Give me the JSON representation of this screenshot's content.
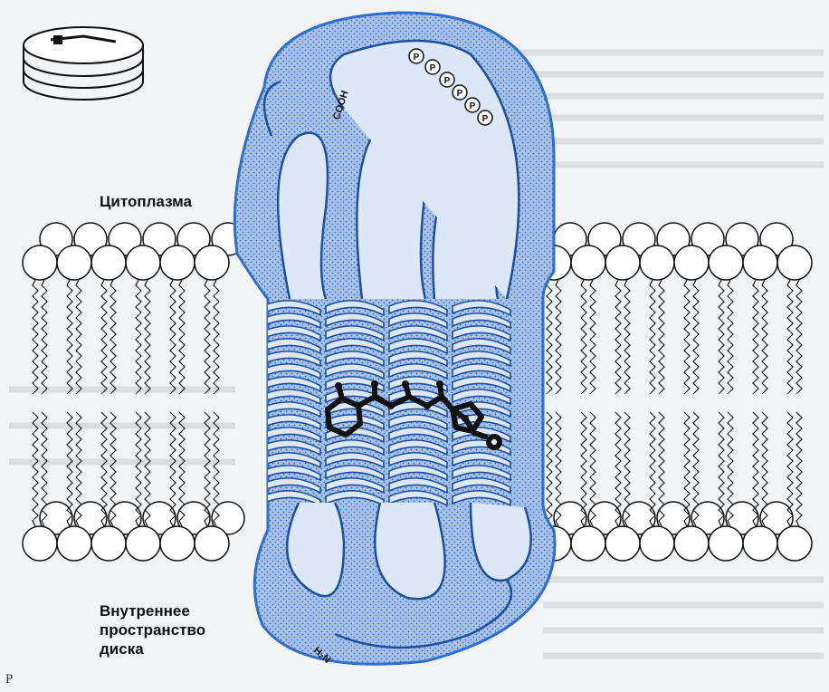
{
  "labels": {
    "cytoplasm": "Цитоплазма",
    "disk_interior": [
      "Внутреннее",
      "пространство",
      "диска"
    ],
    "c_terminus": "COOH",
    "n_terminus": "H₂N",
    "phosphate": "P"
  },
  "caption_fragment": "Р",
  "colors": {
    "protein_fill": "#2f6fc9",
    "ribbon": "#3a73c9",
    "retinal": "#111111",
    "membrane": "#000000",
    "paper": "#f3f4f6"
  }
}
